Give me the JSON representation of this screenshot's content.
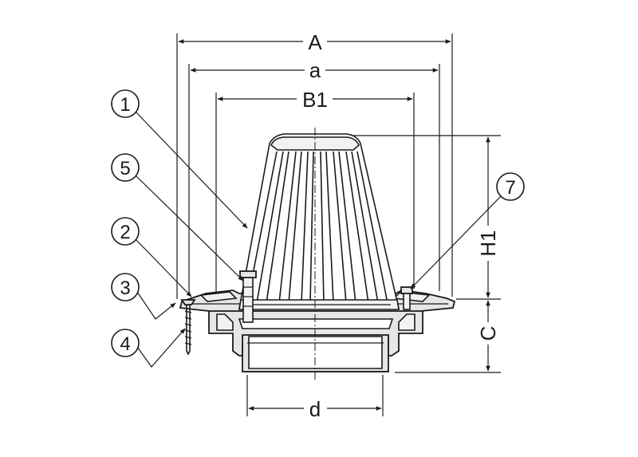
{
  "dimensions": {
    "A": "A",
    "a": "a",
    "B1": "B1",
    "H1": "H1",
    "C": "C",
    "d": "d"
  },
  "callouts": {
    "c1": "1",
    "c2": "2",
    "c3": "3",
    "c4": "4",
    "c5": "5",
    "c7": "7"
  }
}
